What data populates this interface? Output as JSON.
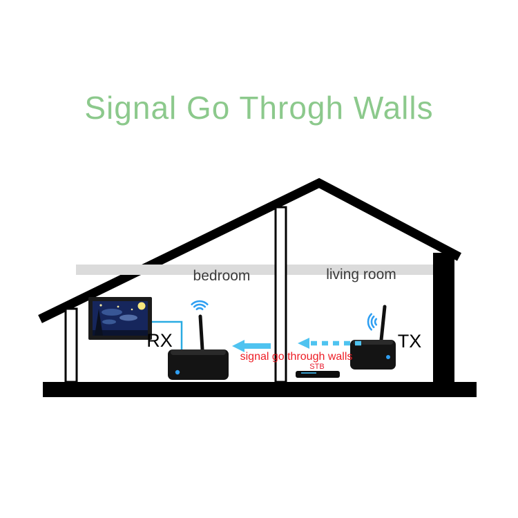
{
  "title": "Signal Go Throgh Walls",
  "diagram": {
    "rooms": [
      {
        "label": "bedroom"
      },
      {
        "label": "living room"
      }
    ],
    "receiver_label": "RX",
    "transmitter_label": "TX",
    "stb_label": "STB",
    "signal_caption": "signal go through walls"
  },
  "icons": {
    "rx_wifi": "wifi-signal-icon",
    "tx_wifi": "wifi-signal-icon",
    "solid_arrow": "left-arrow-icon",
    "dashed_arrow": "dashed-left-arrow-icon"
  },
  "colors": {
    "title_green": "#8CC98C",
    "caption_red": "#ED1C24",
    "arrow_blue": "#4FC3F0",
    "wifi_blue": "#2F9FF2",
    "connector_blue": "#29ABE2",
    "structure_black": "#000000",
    "ceiling_gray": "#DBDBDB",
    "led_blue": "#2F9FF2"
  }
}
